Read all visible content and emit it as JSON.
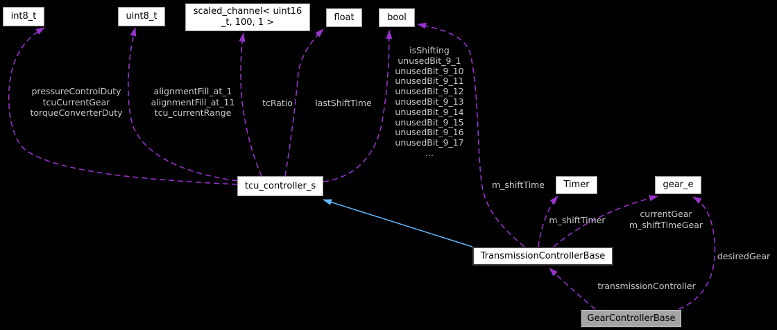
{
  "diagram": {
    "type": "doxygen-collaboration-graph",
    "colors": {
      "background": "#000000",
      "edge-usage": "#9932cc",
      "edge-inheritance": "#63b8ff",
      "node-fill": "#ffffff",
      "node-border": "#9a9a9a",
      "node-border-strong": "#404040",
      "node-text": "#000000",
      "edge-label-text": "#c9c9c9",
      "highlight-fill": "#a4a4a4",
      "highlight-border": "#c8c8c8"
    },
    "nodes": {
      "int8_t": {
        "label": "int8_t"
      },
      "uint8_t": {
        "label": "uint8_t"
      },
      "scaled_channel": {
        "label": "scaled_channel< uint16\n_t, 100, 1 >"
      },
      "float": {
        "label": "float"
      },
      "bool": {
        "label": "bool"
      },
      "tcu_controller_s": {
        "label": "tcu_controller_s"
      },
      "timer": {
        "label": "Timer"
      },
      "gear_e": {
        "label": "gear_e"
      },
      "transmission_controller_base": {
        "label": "TransmissionControllerBase"
      },
      "gear_controller_base": {
        "label": "GearControllerBase"
      }
    },
    "edge_labels": {
      "int8_members": "pressureControlDuty\ntcuCurrentGear\ntorqueConverterDuty",
      "uint8_members": "alignmentFill_at_1\nalignmentFill_at_11\ntcu_currentRange",
      "tc_ratio": "tcRatio",
      "last_shift_time": "lastShiftTime",
      "bool_members": "isShifting\nunusedBit_9_1\nunusedBit_9_10\nunusedBit_9_11\nunusedBit_9_12\nunusedBit_9_13\nunusedBit_9_14\nunusedBit_9_15\nunusedBit_9_16\nunusedBit_9_17\n...",
      "m_shift_time": "m_shiftTime",
      "m_shift_timer": "m_shiftTimer",
      "gear_members": "currentGear\nm_shiftTimeGear",
      "desired_gear": "desiredGear",
      "transmission_controller": "transmissionController"
    }
  }
}
